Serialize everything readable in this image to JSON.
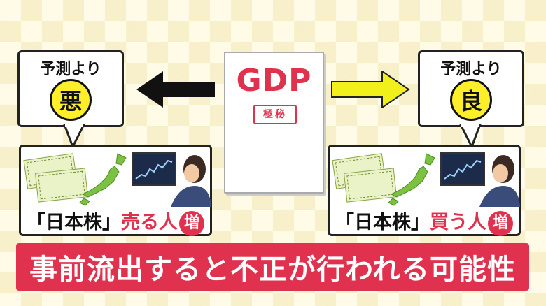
{
  "left_box": {
    "heading": "予測より",
    "circle_char": "悪"
  },
  "right_box": {
    "heading": "予測より",
    "circle_char": "良"
  },
  "document": {
    "title": "GDP",
    "stamp": "極秘"
  },
  "left_scene": {
    "caption_prefix": "「日本株」",
    "caption_action": "売る人",
    "badge": "増"
  },
  "right_scene": {
    "caption_prefix": "「日本株」",
    "caption_action": "買う人",
    "badge": "増"
  },
  "banner": {
    "text": "事前流出すると不正が行われる可能性"
  },
  "colors": {
    "accent_red": "#e0324f",
    "highlight_yellow": "#ffef2a",
    "arrow_left": "#111111",
    "arrow_right": "#f2f01a"
  },
  "icons": [
    "left-arrow-icon",
    "right-arrow-icon",
    "stock-certificate-icon",
    "japan-map-icon",
    "stock-monitor-icon",
    "trader-person-icon"
  ]
}
